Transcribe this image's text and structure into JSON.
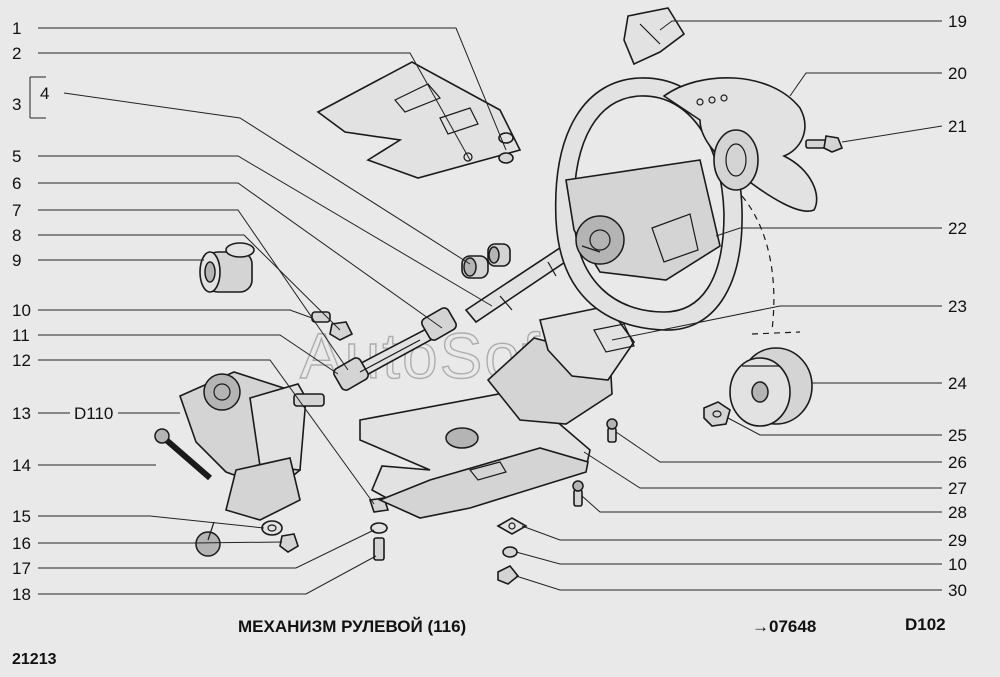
{
  "watermark": "AutoSoft",
  "title": "МЕХАНИЗМ РУЛЕВОЙ (116)",
  "reference": "→07648",
  "sheet_code": "D102",
  "model_code": "21213",
  "subgroup_label": "D110",
  "callouts_left": [
    "1",
    "2",
    "3",
    "4",
    "5",
    "6",
    "7",
    "8",
    "9",
    "10",
    "11",
    "12",
    "13",
    "14",
    "15",
    "16",
    "17",
    "18"
  ],
  "callouts_right": [
    "19",
    "20",
    "21",
    "22",
    "23",
    "24",
    "25",
    "26",
    "27",
    "28",
    "29",
    "10",
    "30"
  ]
}
